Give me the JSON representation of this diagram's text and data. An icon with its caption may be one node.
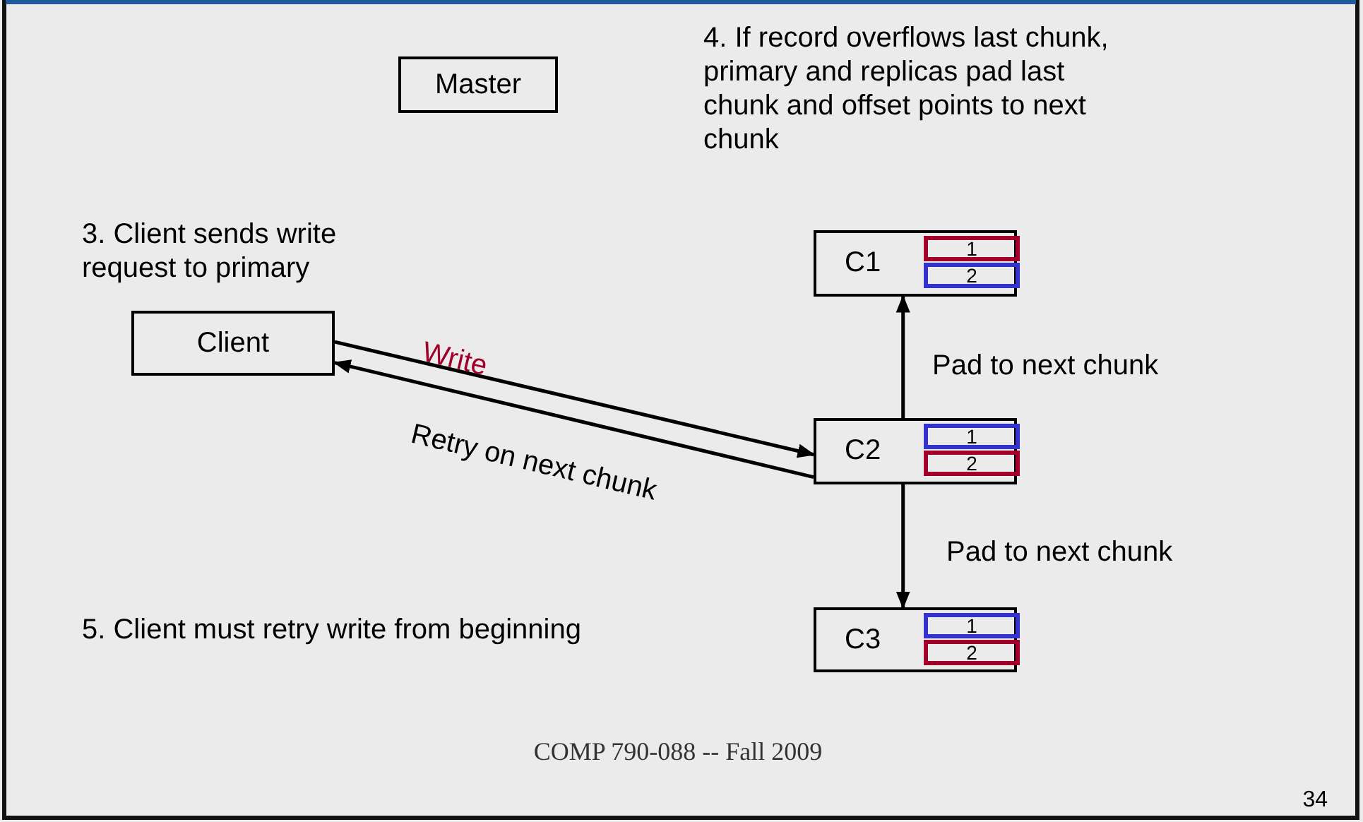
{
  "diagram": {
    "nodes": [
      {
        "text": [
          "Master"
        ]
      },
      {
        "text": [
          "Client"
        ]
      },
      {
        "text": [
          "C1"
        ]
      },
      {
        "text": [
          "1"
        ],
        "in": 2
      },
      {
        "text": [
          "2"
        ],
        "in": 2
      },
      {
        "text": [
          "C2"
        ]
      },
      {
        "text": [
          "1"
        ],
        "in": 5
      },
      {
        "text": [
          "2"
        ],
        "in": 5
      },
      {
        "text": [
          "C3"
        ]
      },
      {
        "text": [
          "1"
        ],
        "in": 8
      },
      {
        "text": [
          "2"
        ],
        "in": 8
      }
    ],
    "edges": [
      {
        "from": 1,
        "to": 5,
        "arrow": "to",
        "label": "Write"
      },
      {
        "from": 5,
        "to": 1,
        "arrow": "to",
        "label": "Retry on next chunk"
      },
      {
        "from": 5,
        "to": 2,
        "arrow": "to",
        "label": "Pad to next chunk"
      },
      {
        "from": 5,
        "to": 8,
        "arrow": "to",
        "label": "Pad to next chunk"
      }
    ],
    "labels": [
      "3. Client sends write request to primary",
      "4. If record overflows last chunk, primary and replicas pad last chunk and offset points to next chunk",
      "5. Client must retry write from beginning",
      "COMP 790-088 -- Fall 2009",
      "34"
    ]
  }
}
